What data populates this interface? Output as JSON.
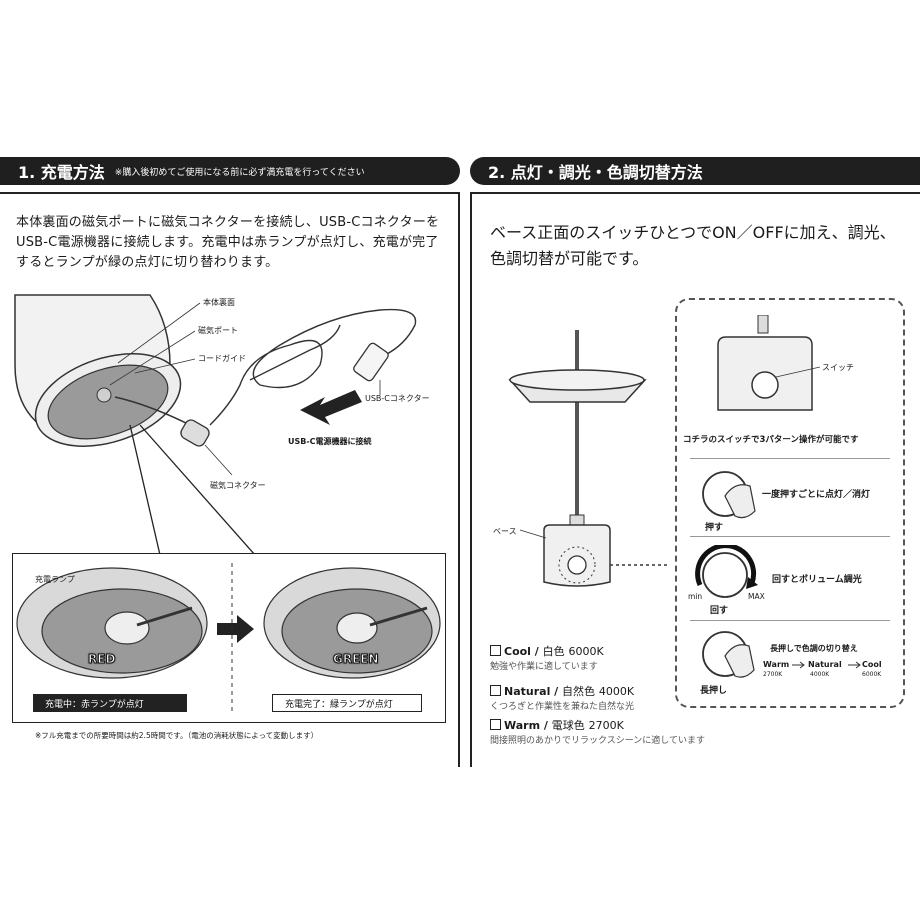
{
  "section1": {
    "title": "1. 充電方法",
    "note": "※購入後初めてご使用になる前に必ず満充電を行ってください",
    "intro": "本体裏面の磁気ポートに磁気コネクターを接続し、USB-Cコネクターを USB-C電源機器に接続します。充電中は赤ランプが点灯し、充電が完了するとランプが緑の点灯に切り替わります。",
    "labels": {
      "body_back": "本体裏面",
      "magnetic_port": "磁気ポート",
      "cord_guide": "コードガイド",
      "usbc_connector": "USB-Cコネクター",
      "usbc_device": "USB-C電源機器に接続",
      "magnetic_connector": "磁気コネクター",
      "charge_lamp": "充電ランプ"
    },
    "states": {
      "red_label": "RED",
      "green_label": "GREEN",
      "charging_caption": "充電中：赤ランプが点灯",
      "done_caption": "充電完了：緑ランプが点灯"
    },
    "footnote": "※フル充電までの所要時間は約2.5時間です。（電池の消耗状態によって変動します）"
  },
  "section2": {
    "title": "2. 点灯・調光・色調切替方法",
    "intro": "ベース正面のスイッチひとつでON／OFFに加え、調光、色調切替が可能です。",
    "labels": {
      "base": "ベース",
      "switch": "スイッチ",
      "switch_caption": "コチラのスイッチで3パターン操作が可能です"
    },
    "operations": [
      {
        "action": "押す",
        "desc": "一度押すごとに点灯／消灯"
      },
      {
        "action": "回す",
        "desc": "回すとボリューム調光",
        "min": "min",
        "max": "MAX"
      },
      {
        "action": "長押し",
        "desc": "長押しで色調の切り替え",
        "warm": "Warm",
        "warm_k": "2700K",
        "natural": "Natural",
        "natural_k": "4000K",
        "cool": "Cool",
        "cool_k": "6000K"
      }
    ],
    "modes": [
      {
        "name": "Cool",
        "jp": "白色",
        "kelvin": "6000K",
        "desc": "勉強や作業に適しています"
      },
      {
        "name": "Natural",
        "jp": "自然色",
        "kelvin": "4000K",
        "desc": "くつろぎと作業性を兼ねた自然な光"
      },
      {
        "name": "Warm",
        "jp": "電球色",
        "kelvin": "2700K",
        "desc": "間接照明のあかりでリラックスシーンに適しています"
      }
    ]
  },
  "colors": {
    "header_bg": "#1f1f1f",
    "ink": "#1a1a1a",
    "disc_gray": "#9a9a9a",
    "light_gray": "#e6e6e6"
  }
}
